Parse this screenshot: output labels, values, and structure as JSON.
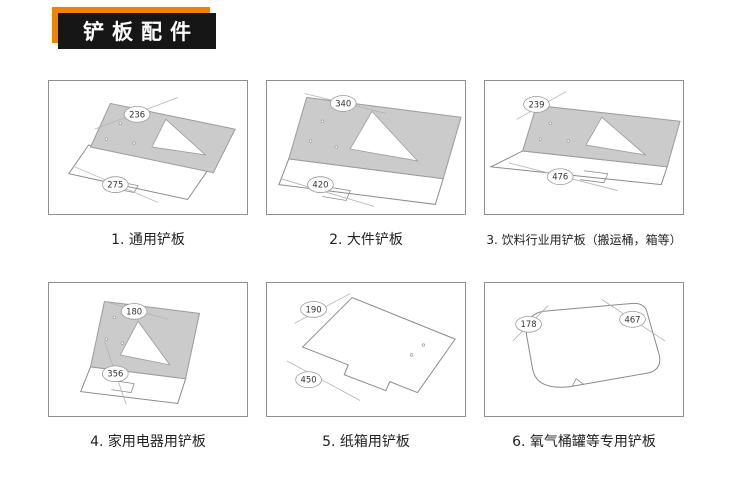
{
  "banner": {
    "title": "铲板配件"
  },
  "items": [
    {
      "caption": "1. 通用铲板",
      "dims": {
        "a": "236",
        "b": "275"
      }
    },
    {
      "caption": "2. 大件铲板",
      "dims": {
        "a": "340",
        "b": "420"
      }
    },
    {
      "caption": "3. 饮料行业用铲板（搬运桶，箱等）",
      "dims": {
        "a": "239",
        "b": "476"
      }
    },
    {
      "caption": "4. 家用电器用铲板",
      "dims": {
        "a": "180",
        "b": "356"
      }
    },
    {
      "caption": "5. 纸箱用铲板",
      "dims": {
        "a": "190",
        "b": "450"
      }
    },
    {
      "caption": "6. 氧气桶罐等专用铲板",
      "dims": {
        "a": "178",
        "b": "467"
      }
    }
  ],
  "colors": {
    "accent_orange": "#ef8200",
    "banner_black": "#161616",
    "plate_gray": "#cbcbcb"
  }
}
